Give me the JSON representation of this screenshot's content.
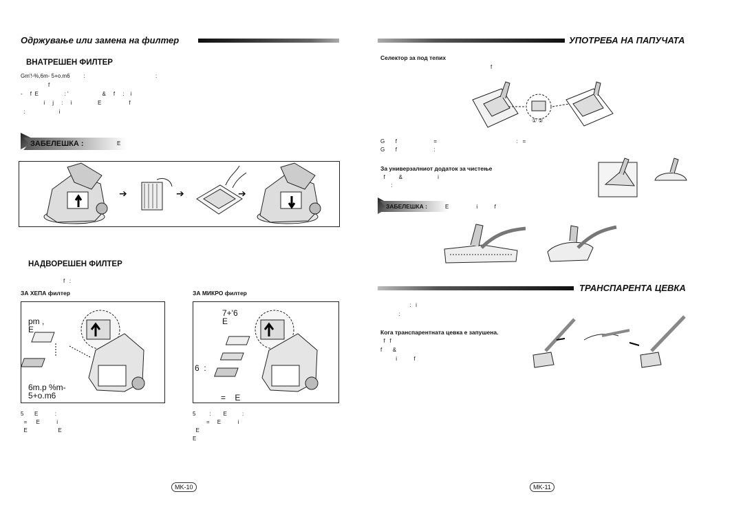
{
  "left": {
    "title": "Одржување или замена на филтер",
    "inner": {
      "heading": "ВНАТРЕШЕН ФИЛТЕР",
      "lines": [
        "Gm'!-%,6m- 5+o.m6         :                                              :",
        "                  f",
        "-     f  E                 : '                      &     f     :    i",
        "               i     j     :     i                 E                  f",
        "  :                      i"
      ],
      "note_label": "ЗАБЕЛЕШКА :",
      "note_text": "E"
    },
    "outer": {
      "heading": "НАДВОРЕШЕН ФИЛТЕР",
      "line": "f   :",
      "hepa": {
        "label": "ЗА ХЕПА филтер",
        "panel_top": "pm ,\nE",
        "panel_bottom": "6m.p %m-\n5+o.m6",
        "lines": [
          "5       E           :",
          "  =      E           i",
          "  E                    E"
        ]
      },
      "micro": {
        "label": "ЗА МИКРО филтер",
        "panel_top": "7+'6\nE",
        "panel_mid": "6  :",
        "panel_bottom": "=    E",
        "lines": [
          "5         :        E          :",
          "         =     E           i",
          "  E",
          "E"
        ]
      }
    },
    "page_number": "MK-10",
    "arrows": [
      "➔",
      "➔",
      "➔"
    ]
  },
  "right": {
    "title": "УПОТРЕБА НА ПАПУЧАТА",
    "carpet": {
      "heading": "Селектор за под тепих",
      "line": "f",
      "lines": [
        "G       f                        =                                                    :   =",
        "G       f                        :"
      ],
      "circle_labels": "① ②"
    },
    "universal": {
      "heading": "За универзалниот додаток за чистење",
      "lines": [
        "  f         &                       i",
        "       :"
      ],
      "note_label": "ЗАБЕЛЕШКА :",
      "note_text": "E                  i           f"
    },
    "tube": {
      "title": "ТРАНСПАРЕНТА ЦЕВКА",
      "lines": [
        "                   :   i",
        "            :"
      ],
      "clogged_heading": "Кога транспарентната цевка е запушена.",
      "clogged_lines": [
        "  f   f",
        "f       &",
        "          i           f"
      ]
    },
    "page_number": "MK-11"
  }
}
